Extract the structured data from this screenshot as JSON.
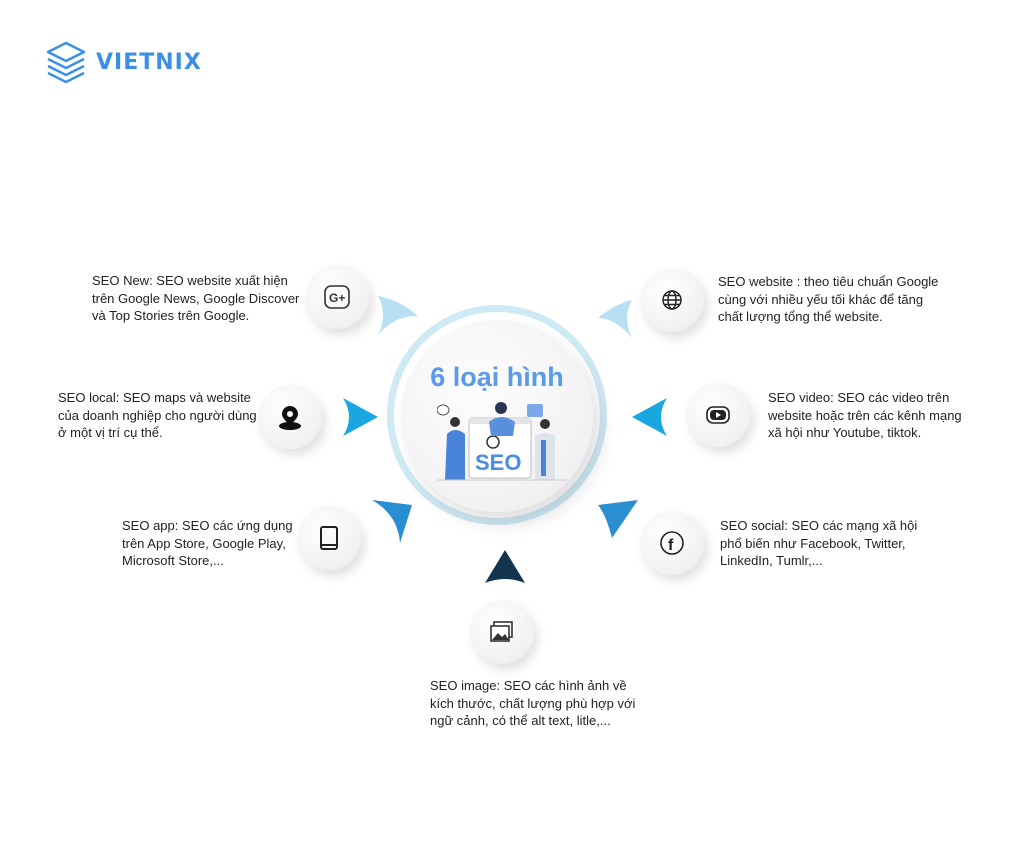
{
  "brand": {
    "name": "VIETNIX"
  },
  "center": {
    "title": "6 loại hình",
    "illustration_text": "SEO"
  },
  "colors": {
    "brand": "#3d8fe6",
    "title": "#5b9ae8",
    "arrow_light": "#b9e0f2",
    "arrow_cyan": "#1aa7e0",
    "arrow_blue": "#2a8fd0",
    "arrow_dark": "#12344f"
  },
  "items": [
    {
      "icon": "google-plus-icon",
      "lines": [
        "SEO New: SEO website xuất hiện",
        "trên Google News, Google Discover",
        "và Top Stories trên Google."
      ]
    },
    {
      "icon": "map-pin-icon",
      "lines": [
        "SEO local: SEO maps và website",
        "của doanh nghiệp cho người dùng",
        "ở một vị trí cụ thể."
      ]
    },
    {
      "icon": "tablet-icon",
      "lines": [
        "SEO app: SEO các ứng dụng",
        "trên App Store, Google Play,",
        "Microsoft Store,..."
      ]
    },
    {
      "icon": "image-icon",
      "lines": [
        "SEO image: SEO các hình ảnh về",
        "kích thước, chất lượng phù hợp với",
        "ngữ cảnh, có thể alt text, litle,..."
      ]
    },
    {
      "icon": "globe-icon",
      "lines": [
        "SEO website : theo tiêu chuẩn Google",
        "cùng với nhiều yếu tối khác để tăng",
        "chất lượng tổng thể website."
      ]
    },
    {
      "icon": "youtube-icon",
      "lines": [
        "SEO video: SEO các video trên",
        "website hoặc trên các kênh mạng",
        "xã hội như Youtube, tiktok."
      ]
    },
    {
      "icon": "facebook-icon",
      "lines": [
        "SEO social: SEO các mạng xã hội",
        "phổ biến như Facebook, Twitter,",
        "LinkedIn, Tumlr,..."
      ]
    }
  ]
}
